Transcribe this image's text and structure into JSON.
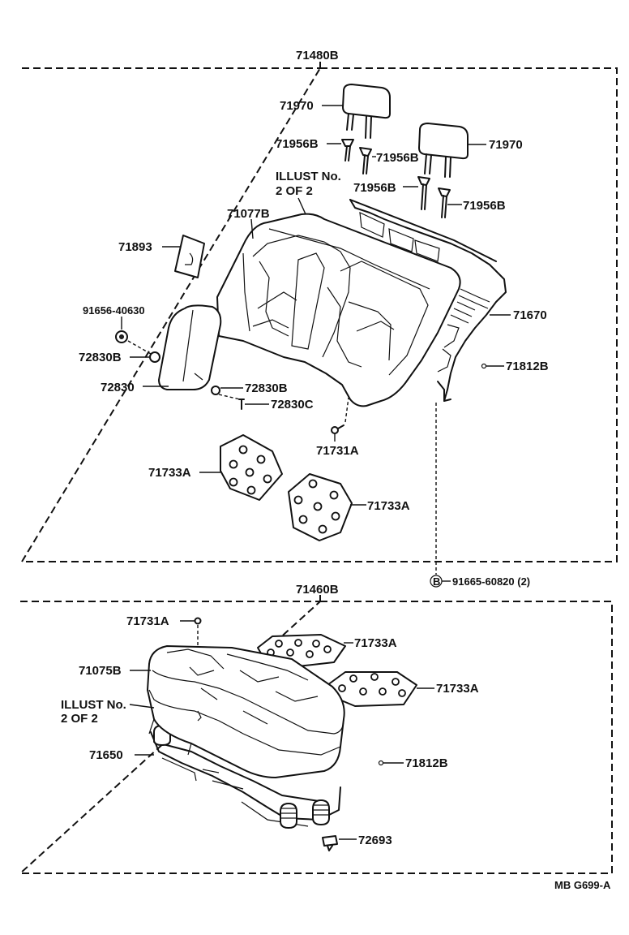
{
  "diagram": {
    "top_group": {
      "label": "71480B",
      "parts": {
        "headrest_left": "71970",
        "headrest_right": "71970",
        "support_1": "71956B",
        "support_2": "71956B",
        "support_3": "71956B",
        "support_4": "71956B",
        "illust_line1": "ILLUST No.",
        "illust_line2": "2 OF 2",
        "back_cover": "71077B",
        "bracket": "71893",
        "bolt": "91656-40630",
        "clip_upper": "72830B",
        "armrest": "72830",
        "clip_lower": "72830B",
        "pin": "72830C",
        "frame": "71670",
        "hook": "71812B",
        "fastener": "71731A",
        "pad_left": "71733A",
        "pad_right": "71733A"
      }
    },
    "external_bolt": "91665-60820 (2)",
    "bolt_symbol": "B",
    "bottom_group": {
      "label": "71460B",
      "parts": {
        "fastener": "71731A",
        "pad_top": "71733A",
        "cushion_cover": "71075B",
        "pad_lower": "71733A",
        "illust_line1": "ILLUST No.",
        "illust_line2": "2 OF 2",
        "cushion_frame": "71650",
        "hook": "71812B",
        "clip": "72693"
      }
    },
    "figure_code": "MB G699-A"
  }
}
